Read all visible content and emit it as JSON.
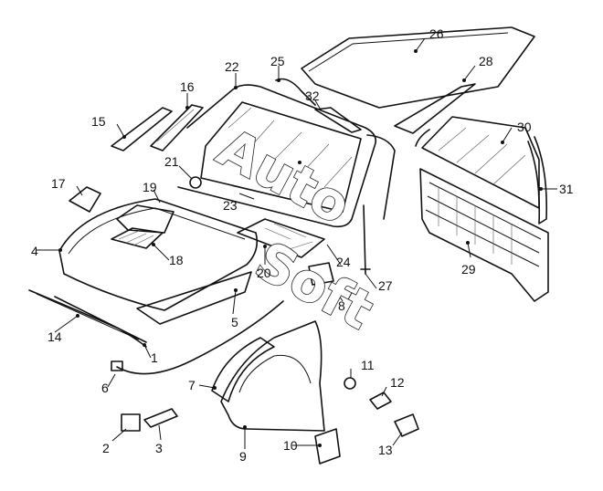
{
  "diagram": {
    "callouts": [
      {
        "id": "c1",
        "label": "1"
      },
      {
        "id": "c2",
        "label": "2"
      },
      {
        "id": "c3",
        "label": "3"
      },
      {
        "id": "c4",
        "label": "4"
      },
      {
        "id": "c5",
        "label": "5"
      },
      {
        "id": "c6",
        "label": "6"
      },
      {
        "id": "c7",
        "label": "7"
      },
      {
        "id": "c8",
        "label": "8"
      },
      {
        "id": "c9",
        "label": "9"
      },
      {
        "id": "c10",
        "label": "10"
      },
      {
        "id": "c11",
        "label": "11"
      },
      {
        "id": "c12",
        "label": "12"
      },
      {
        "id": "c13",
        "label": "13"
      },
      {
        "id": "c14",
        "label": "14"
      },
      {
        "id": "c15",
        "label": "15"
      },
      {
        "id": "c16",
        "label": "16"
      },
      {
        "id": "c17",
        "label": "17"
      },
      {
        "id": "c18",
        "label": "18"
      },
      {
        "id": "c19",
        "label": "19"
      },
      {
        "id": "c20",
        "label": "20"
      },
      {
        "id": "c21",
        "label": "21"
      },
      {
        "id": "c22",
        "label": "22"
      },
      {
        "id": "c23",
        "label": "23"
      },
      {
        "id": "c24",
        "label": "24"
      },
      {
        "id": "c25",
        "label": "25"
      },
      {
        "id": "c26",
        "label": "26"
      },
      {
        "id": "c27",
        "label": "27"
      },
      {
        "id": "c28",
        "label": "28"
      },
      {
        "id": "c29",
        "label": "29"
      },
      {
        "id": "c30",
        "label": "30"
      },
      {
        "id": "c31",
        "label": "31"
      },
      {
        "id": "c32",
        "label": "32"
      }
    ],
    "watermark": [
      "Auto",
      "Soft"
    ]
  }
}
